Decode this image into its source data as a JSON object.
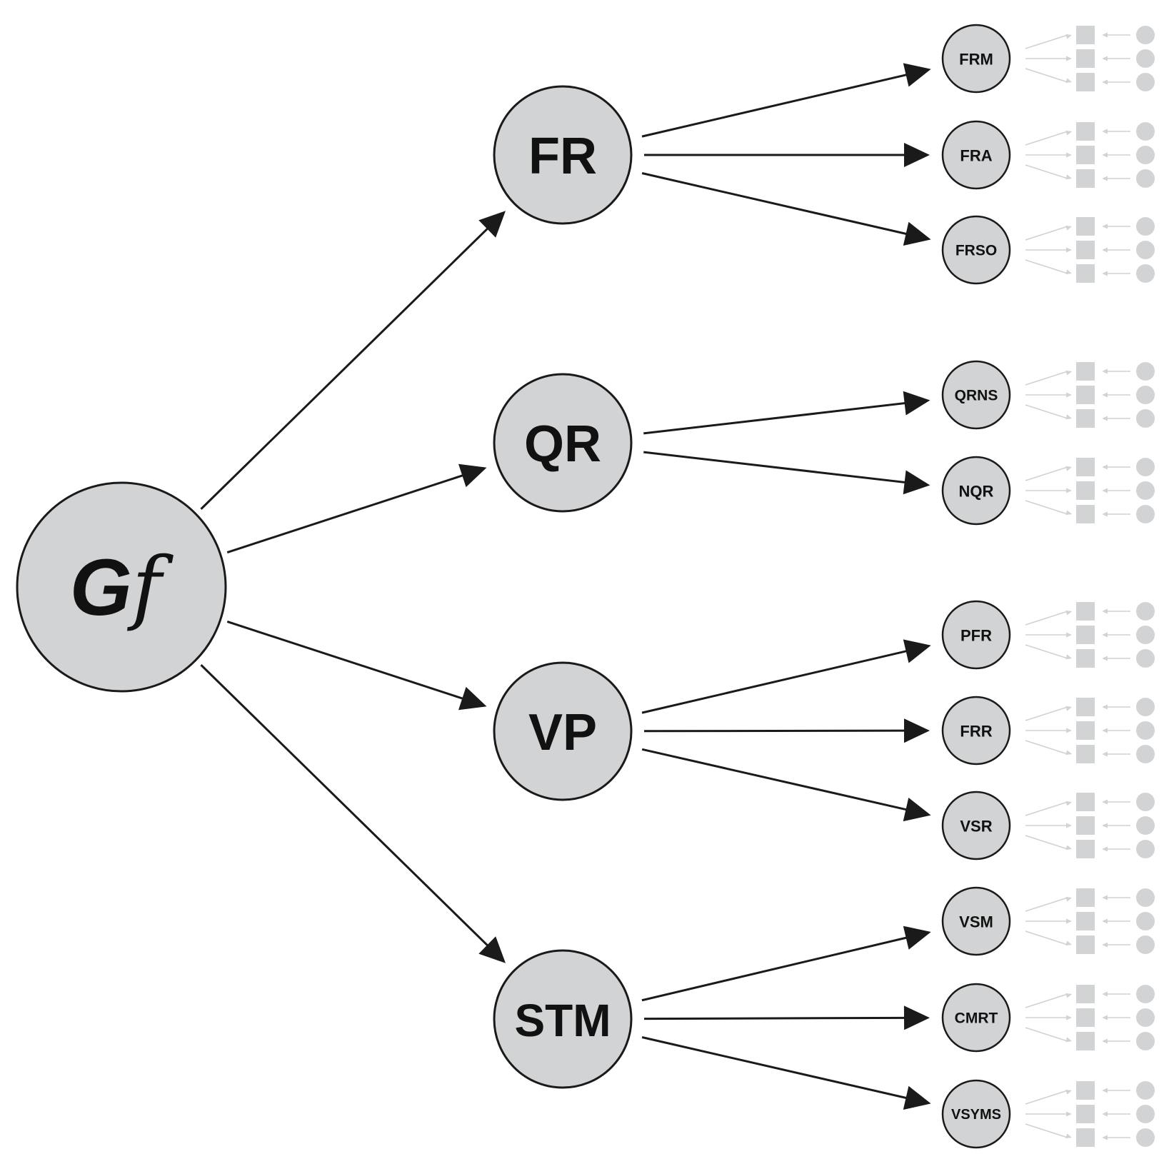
{
  "colors": {
    "node_fill": "#d1d3d4",
    "node_stroke": "#1a1a1a",
    "arrow": "#1a1a1a",
    "faint": "#d1d3d4"
  },
  "root": {
    "id": "Gf",
    "label_main": "G",
    "label_sub": "f"
  },
  "factors": [
    {
      "id": "FR",
      "label": "FR",
      "children": [
        {
          "id": "FRM",
          "label": "FRM"
        },
        {
          "id": "FRA",
          "label": "FRA"
        },
        {
          "id": "FRSO",
          "label": "FRSO"
        }
      ]
    },
    {
      "id": "QR",
      "label": "QR",
      "children": [
        {
          "id": "QRNS",
          "label": "QRNS"
        },
        {
          "id": "NQR",
          "label": "NQR"
        }
      ]
    },
    {
      "id": "VP",
      "label": "VP",
      "children": [
        {
          "id": "PFR",
          "label": "PFR"
        },
        {
          "id": "FRR",
          "label": "FRR"
        },
        {
          "id": "VSR",
          "label": "VSR"
        }
      ]
    },
    {
      "id": "STM",
      "label": "STM",
      "children": [
        {
          "id": "VSM",
          "label": "VSM"
        },
        {
          "id": "CMRT",
          "label": "CMRT"
        },
        {
          "id": "VSYMS",
          "label": "VSYMS"
        }
      ]
    }
  ],
  "indicators_per_subfactor": 3
}
